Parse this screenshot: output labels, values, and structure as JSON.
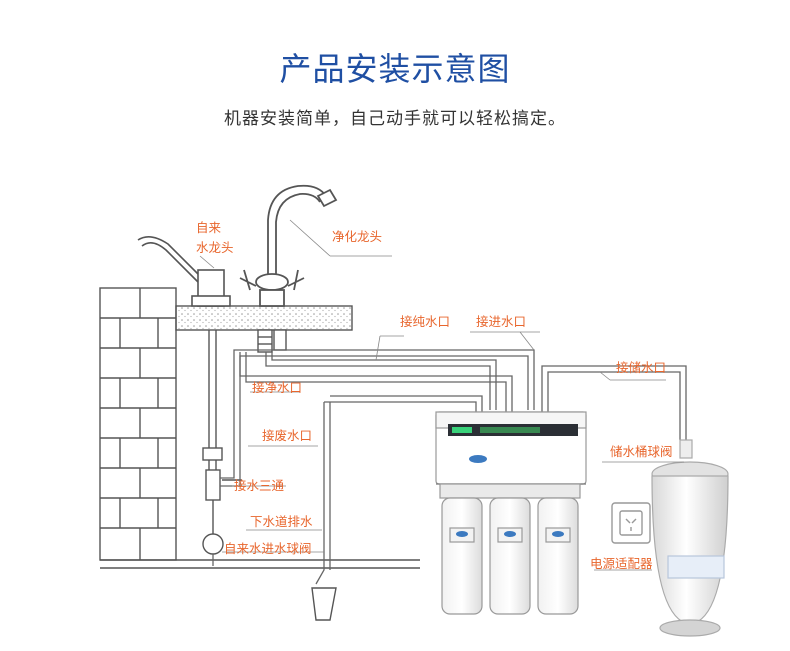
{
  "header": {
    "title": "产品安装示意图",
    "subtitle": "机器安装简单，自己动手就可以轻松搞定。"
  },
  "labels": {
    "tap_line1": "自来",
    "tap_line2": "水龙头",
    "pure_faucet": "净化龙头",
    "pure_out": "接纯水口",
    "inlet": "接进水口",
    "tank_port": "接储水口",
    "clean_port": "接净水口",
    "waste_port": "接废水口",
    "tee": "接水三通",
    "drain": "下水道排水",
    "inlet_valve": "自来水进水球阀",
    "tank_valve": "储水桶球阀",
    "adapter": "电源适配器"
  },
  "colors": {
    "title": "#1f4fa3",
    "label": "#e8662d",
    "line": "#555555"
  }
}
